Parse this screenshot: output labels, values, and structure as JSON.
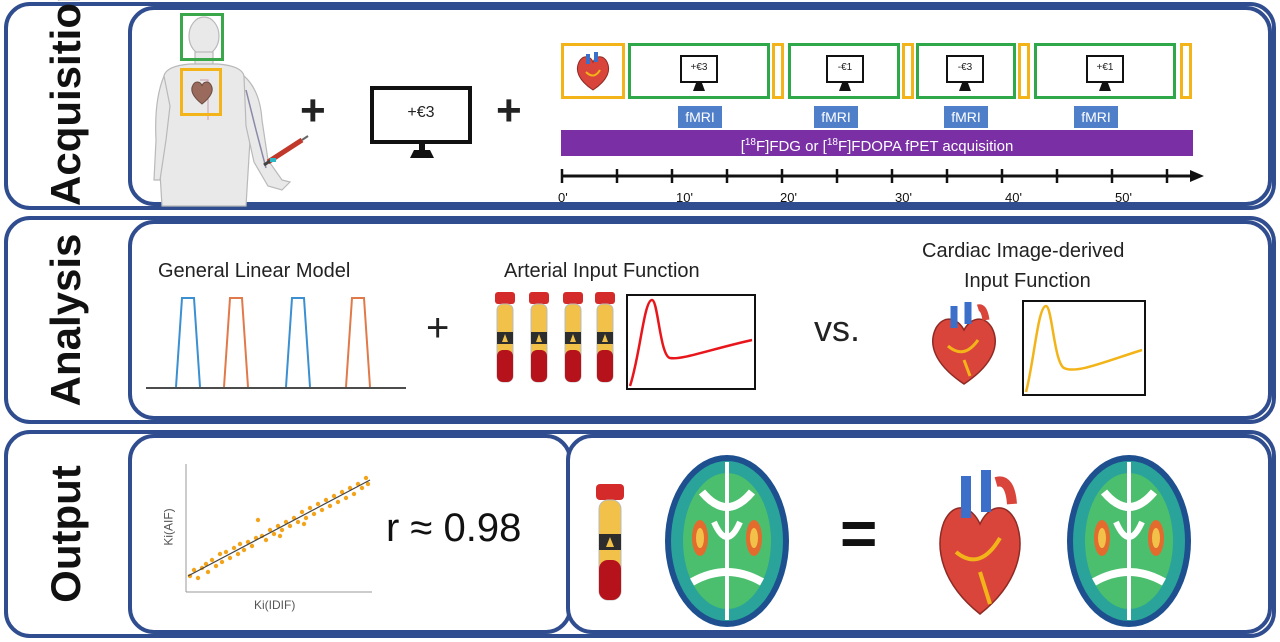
{
  "rows": {
    "acquisition": "Acquisition",
    "analysis": "Analysis",
    "output": "Output"
  },
  "acquisition": {
    "monitor_value": "+€3",
    "plus": "+",
    "blocks": [
      "+€3",
      "-€1",
      "-€3",
      "+€1"
    ],
    "fmri_label": "fMRI",
    "pet_bar": {
      "pre": "[",
      "sup1": "18",
      "mid1": "F]FDG or [",
      "sup2": "18",
      "post": "F]FDOPA fPET acquisition"
    },
    "timeline_ticks": [
      "0'",
      "10'",
      "20'",
      "30'",
      "40'",
      "50'"
    ]
  },
  "analysis": {
    "glm_title": "General Linear Model",
    "aif_title": "Arterial Input Function",
    "vs": "vs.",
    "idif_title_line1": "Cardiac Image-derived",
    "idif_title_line2": "Input Function",
    "plus": "+"
  },
  "output": {
    "ylabel": "Ki(AIF)",
    "xlabel": "Ki(IDIF)",
    "r_value": "r ≈ 0.98",
    "equals": "="
  },
  "colors": {
    "frame": "#2f4d8f",
    "heart_box": "#f2b418",
    "head_box": "#3aa84a",
    "stim_box": "#2fa84a",
    "fmri": "#4f7fc9",
    "pet": "#7a2fa5",
    "glm_blue": "#3c8fd0",
    "glm_orange": "#e07a4a",
    "aif_curve": "#e8161b",
    "idif_curve": "#f2b418",
    "scatter": "#f2a51c"
  }
}
